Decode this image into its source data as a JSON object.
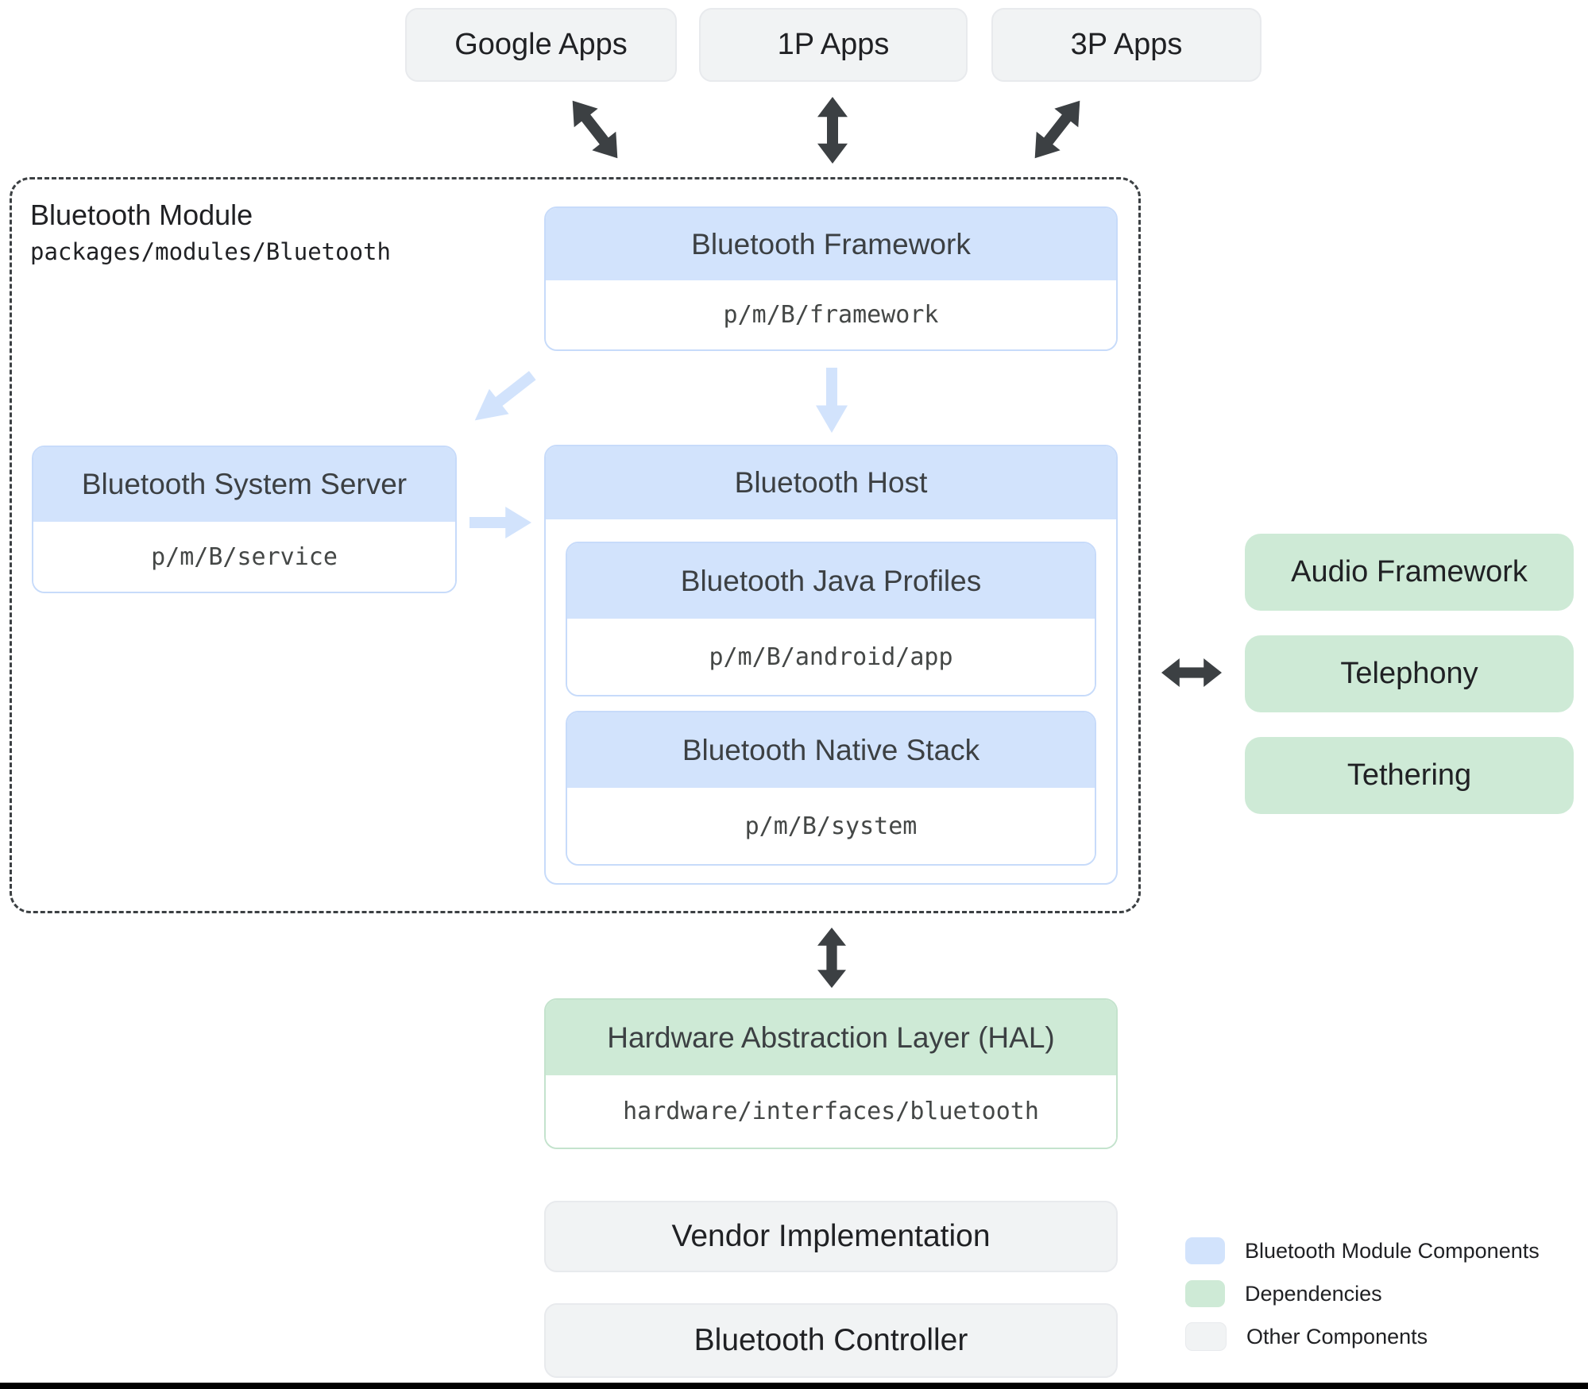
{
  "colors": {
    "module_component": "#d2e3fc",
    "dependency": "#ceead6",
    "other_component": "#f1f3f4",
    "arrow_dark": "#3c4043",
    "arrow_light": "#d2e3fc",
    "dashed_border": "#3c4043",
    "heading_text": "#3c4043",
    "body_text": "#202124",
    "path_text": "#444746"
  },
  "top_apps": [
    {
      "label": "Google Apps"
    },
    {
      "label": "1P Apps"
    },
    {
      "label": "3P Apps"
    }
  ],
  "module": {
    "title": "Bluetooth Module",
    "path": "packages/modules/Bluetooth",
    "framework": {
      "title": "Bluetooth Framework",
      "path": "p/m/B/framework"
    },
    "system_server": {
      "title": "Bluetooth System Server",
      "path": "p/m/B/service"
    },
    "host": {
      "title": "Bluetooth Host",
      "java_profiles": {
        "title": "Bluetooth Java Profiles",
        "path": "p/m/B/android/app"
      },
      "native_stack": {
        "title": "Bluetooth Native Stack",
        "path": "p/m/B/system"
      }
    }
  },
  "dependencies": [
    {
      "label": "Audio Framework"
    },
    {
      "label": "Telephony"
    },
    {
      "label": "Tethering"
    }
  ],
  "hal": {
    "title": "Hardware Abstraction Layer (HAL)",
    "path": "hardware/interfaces/bluetooth"
  },
  "bottom_boxes": [
    {
      "label": "Vendor Implementation"
    },
    {
      "label": "Bluetooth Controller"
    }
  ],
  "legend": [
    {
      "swatch": "module_component",
      "label": "Bluetooth Module Components"
    },
    {
      "swatch": "dependency",
      "label": "Dependencies"
    },
    {
      "swatch": "other_component",
      "label": "Other Components"
    }
  ]
}
